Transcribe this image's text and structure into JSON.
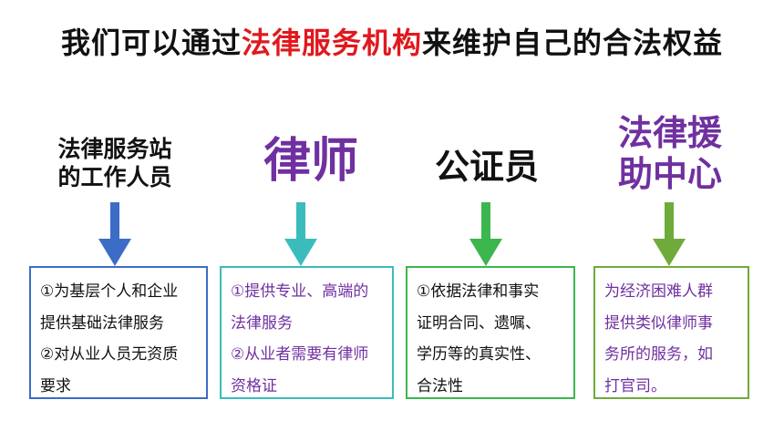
{
  "title": {
    "prefix": "我们可以通过",
    "highlight": "法律服务机构",
    "suffix": "来维护自己的合法权益"
  },
  "colors": {
    "highlight": "#e0191e",
    "blue": "#3b6cc6",
    "teal": "#3bbcbc",
    "green": "#3cb64e",
    "olive": "#6fab3a",
    "purple": "#7030a0"
  },
  "columns": [
    {
      "heading": [
        "法律服务站",
        "的工作人员"
      ],
      "lines": [
        "①为基层个人和企业",
        "提供基础法律服务",
        "②对从业人员无资质",
        "要求"
      ]
    },
    {
      "heading": [
        "律师"
      ],
      "lines": [
        "①提供专业、高端的",
        "法律服务",
        "②从业者需要有律师",
        "资格证"
      ]
    },
    {
      "heading": [
        "公证员"
      ],
      "lines": [
        "①依据法律和事实",
        "证明合同、遗嘱、",
        "学历等的真实性、",
        "合法性"
      ]
    },
    {
      "heading": [
        "法律援",
        "助中心"
      ],
      "lines": [
        "为经济困难人群",
        "提供类似律师事",
        "务所的服务，如",
        "打官司。"
      ]
    }
  ]
}
